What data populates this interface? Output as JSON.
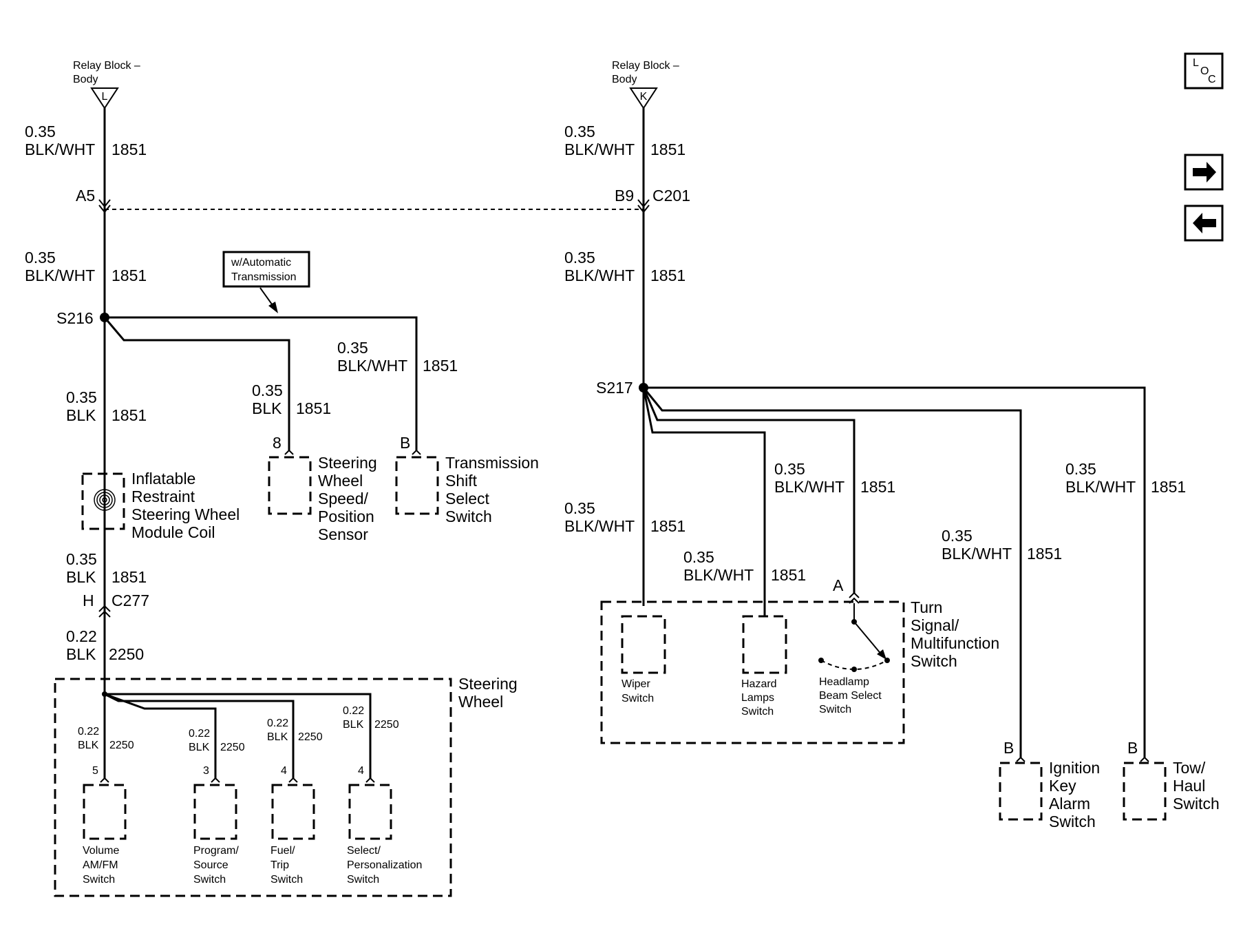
{
  "sources": {
    "left": {
      "label_line1": "Relay Block –",
      "label_line2": "Body",
      "pin": "L"
    },
    "right": {
      "label_line1": "Relay Block –",
      "label_line2": "Body",
      "pin": "K"
    }
  },
  "wires": {
    "left_top": {
      "size": "0.35",
      "color": "BLK/WHT",
      "circuit": "1851"
    },
    "left_mid": {
      "size": "0.35",
      "color": "BLK/WHT",
      "circuit": "1851"
    },
    "left_below_s216": {
      "size": "0.35",
      "color": "BLK",
      "circuit": "1851"
    },
    "steering_sensor": {
      "size": "0.35",
      "color": "BLK",
      "circuit": "1851"
    },
    "trans_shift": {
      "size": "0.35",
      "color": "BLK/WHT",
      "circuit": "1851"
    },
    "left_below_coil": {
      "size": "0.35",
      "color": "BLK",
      "circuit": "1851"
    },
    "left_below_c277": {
      "size": "0.22",
      "color": "BLK",
      "circuit": "2250"
    },
    "right_top": {
      "size": "0.35",
      "color": "BLK/WHT",
      "circuit": "1851"
    },
    "right_mid": {
      "size": "0.35",
      "color": "BLK/WHT",
      "circuit": "1851"
    },
    "wiper": {
      "size": "0.35",
      "color": "BLK/WHT",
      "circuit": "1851"
    },
    "hazard": {
      "size": "0.35",
      "color": "BLK/WHT",
      "circuit": "1851"
    },
    "headlamp": {
      "size": "0.35",
      "color": "BLK/WHT",
      "circuit": "1851"
    },
    "ignition": {
      "size": "0.35",
      "color": "BLK/WHT",
      "circuit": "1851"
    },
    "tow": {
      "size": "0.35",
      "color": "BLK/WHT",
      "circuit": "1851"
    },
    "sw_volume": {
      "size": "0.22",
      "color": "BLK",
      "circuit": "2250"
    },
    "sw_program": {
      "size": "0.22",
      "color": "BLK",
      "circuit": "2250"
    },
    "sw_fuel": {
      "size": "0.22",
      "color": "BLK",
      "circuit": "2250"
    },
    "sw_select": {
      "size": "0.22",
      "color": "BLK",
      "circuit": "2250"
    }
  },
  "connectors": {
    "a5": "A5",
    "b9": "B9",
    "c201": "C201",
    "h": "H",
    "c277": "C277",
    "s216": "S216",
    "s217": "S217"
  },
  "option_note": {
    "line1": "w/Automatic",
    "line2": "Transmission"
  },
  "components": {
    "coil": [
      "Inflatable",
      "Restraint",
      "Steering Wheel",
      "Module Coil"
    ],
    "steering_sensor": {
      "pin": "8",
      "lines": [
        "Steering",
        "Wheel",
        "Speed/",
        "Position",
        "Sensor"
      ]
    },
    "trans_switch": {
      "pin": "B",
      "lines": [
        "Transmission",
        "Shift",
        "Select",
        "Switch"
      ]
    },
    "steering_wheel": [
      "Steering",
      "Wheel"
    ],
    "sw_volume": {
      "pin": "5",
      "lines": [
        "Volume",
        "AM/FM",
        "Switch"
      ]
    },
    "sw_program": {
      "pin": "3",
      "lines": [
        "Program/",
        "Source",
        "Switch"
      ]
    },
    "sw_fuel": {
      "pin": "4",
      "lines": [
        "Fuel/",
        "Trip",
        "Switch"
      ]
    },
    "sw_select": {
      "pin": "4",
      "lines": [
        "Select/",
        "Personalization",
        "Switch"
      ]
    },
    "turn_signal": [
      "Turn",
      "Signal/",
      "Multifunction",
      "Switch"
    ],
    "wiper": [
      "Wiper",
      "Switch"
    ],
    "hazard": [
      "Hazard",
      "Lamps",
      "Switch"
    ],
    "headlamp": {
      "pin": "A",
      "lines": [
        "Headlamp",
        "Beam Select",
        "Switch"
      ]
    },
    "ignition": {
      "pin": "B",
      "lines": [
        "Ignition",
        "Key",
        "Alarm",
        "Switch"
      ]
    },
    "tow": {
      "pin": "B",
      "lines": [
        "Tow/",
        "Haul",
        "Switch"
      ]
    }
  },
  "nav": {
    "loc": {
      "l": "L",
      "o": "O",
      "c": "C"
    },
    "next_icon": "arrow-right-icon",
    "prev_icon": "arrow-left-icon"
  }
}
